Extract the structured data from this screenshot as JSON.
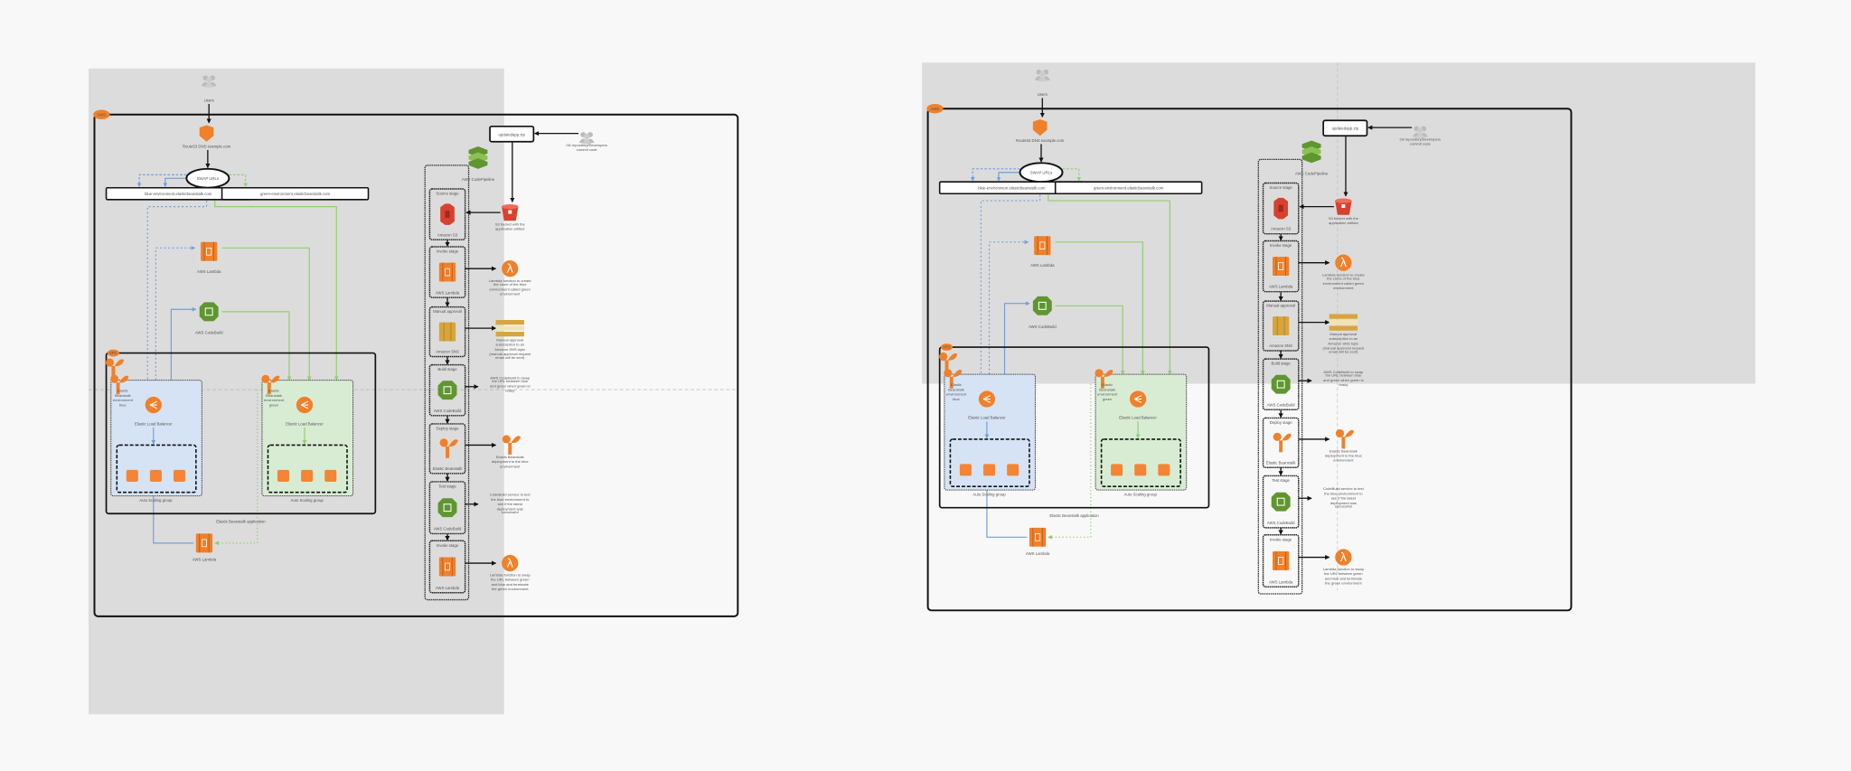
{
  "colors": {
    "page_bg": "#f8f8f8",
    "overlay": "#dcdcdc",
    "blue": "#6f9fdc",
    "green": "#8fcf6f",
    "orange": "#f0802a",
    "red": "#d9412f",
    "yellow": "#d8a53c",
    "codebuild_green": "#5f962f",
    "blue_env_fill": "#d6e3f5",
    "green_env_fill": "#d8ecd4"
  },
  "diagram": {
    "cloud_badge": "AWS",
    "vpc_badge": "VPC",
    "users_label": "Users",
    "route53_label": "Route53 DNS example.com",
    "swap_label": "SWAP URLs",
    "blue_url": "blue-environment.elasticbeanstalk.com",
    "green_url": "green-environment.elasticbeanstalk.com",
    "lambda_label": "AWS Lambda",
    "codebuild_label": "AWS CodeBuild",
    "blue_env_label": "Elastic Beanstalk environment blue",
    "green_env_label": "Elastic Beanstalk environment green",
    "elb_label": "Elastic Load Balancer",
    "asg_label": "Auto Scaling group",
    "eb_app_label": "Elastic Beanstalk application",
    "bottom_lambda_label": "AWS Lambda",
    "pipeline_label": "AWS CodePipeline",
    "zip_label": "updatedapp.zip",
    "git_label": "Git repository/Developers commit code",
    "stages": [
      {
        "title": "Source stage",
        "service": "Amazon S3",
        "icon": "s3-icon"
      },
      {
        "title": "Invoke stage",
        "service": "AWS Lambda",
        "icon": "lambda-icon"
      },
      {
        "title": "Manual approval",
        "service": "Amazon SNS",
        "icon": "sns-icon"
      },
      {
        "title": "Build stage",
        "service": "AWS CodeBuild",
        "icon": "codebuild-icon"
      },
      {
        "title": "Deploy stage",
        "service": "Elastic Beanstalk",
        "icon": "elastic-beanstalk-icon"
      },
      {
        "title": "Test stage",
        "service": "AWS CodeBuild",
        "icon": "codebuild-icon"
      },
      {
        "title": "Invoke stage",
        "service": "AWS Lambda",
        "icon": "lambda-icon"
      }
    ],
    "notes": [
      "S3 bucket with the application artifact",
      "Lambda function to create the clone of the blue environment called green environment",
      "Manual approval subscription to an Amazon SNS topic (manual approval request email will be sent)",
      "AWS CodeBuild to swap the URL between blue and green when green is ready",
      "Elastic Beanstalk deployment to the blue environment",
      "CodeBuild service to test the blue environment to see if the latest deployment was successful",
      "Lambda function to swap the URL between green and blue and terminate the green environment"
    ]
  }
}
